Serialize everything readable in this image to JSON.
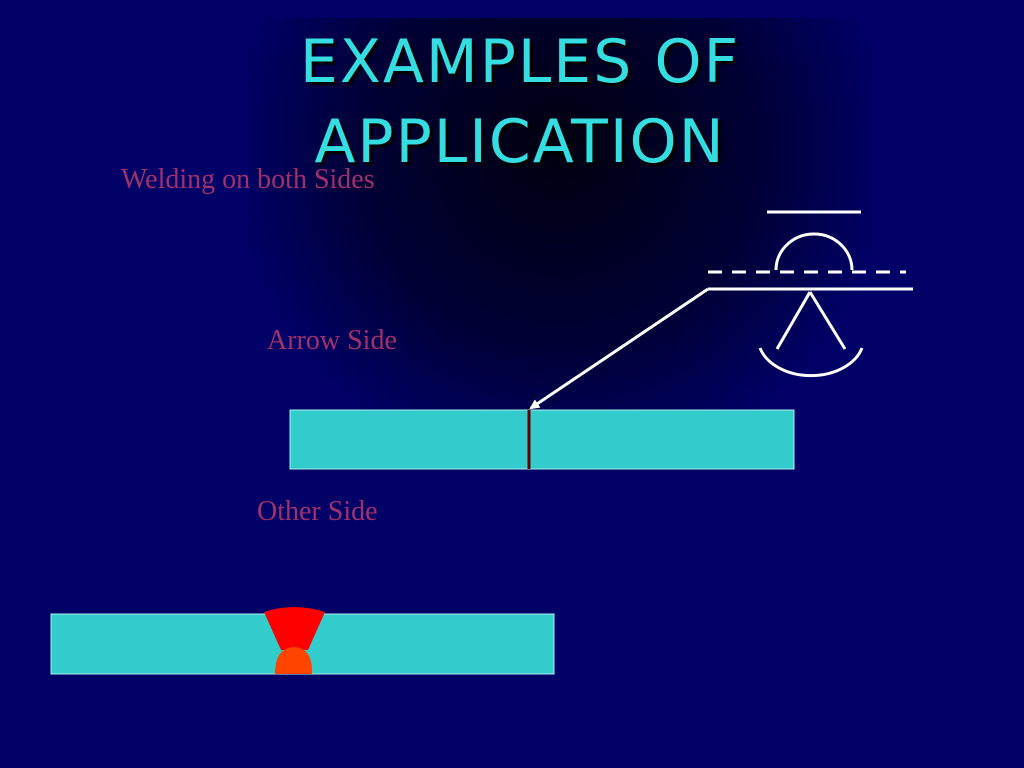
{
  "slide": {
    "title": "EXAMPLES OF APPLICATION",
    "subtitle": "Welding on both Sides",
    "arrow_side_label": "Arrow Side",
    "other_side_label": "Other Side"
  },
  "colors": {
    "background": "#000066",
    "title": "#33dde0",
    "label": "#a0306a",
    "plate": "#33cccc",
    "weld_top": "#ff0000",
    "weld_root": "#ff4400",
    "symbol": "#ffffff",
    "joint_line": "#660000"
  },
  "icons": {
    "welding_symbol": "both-sides-weld-symbol-icon",
    "leader_arrow": "arrow-leader-icon"
  }
}
